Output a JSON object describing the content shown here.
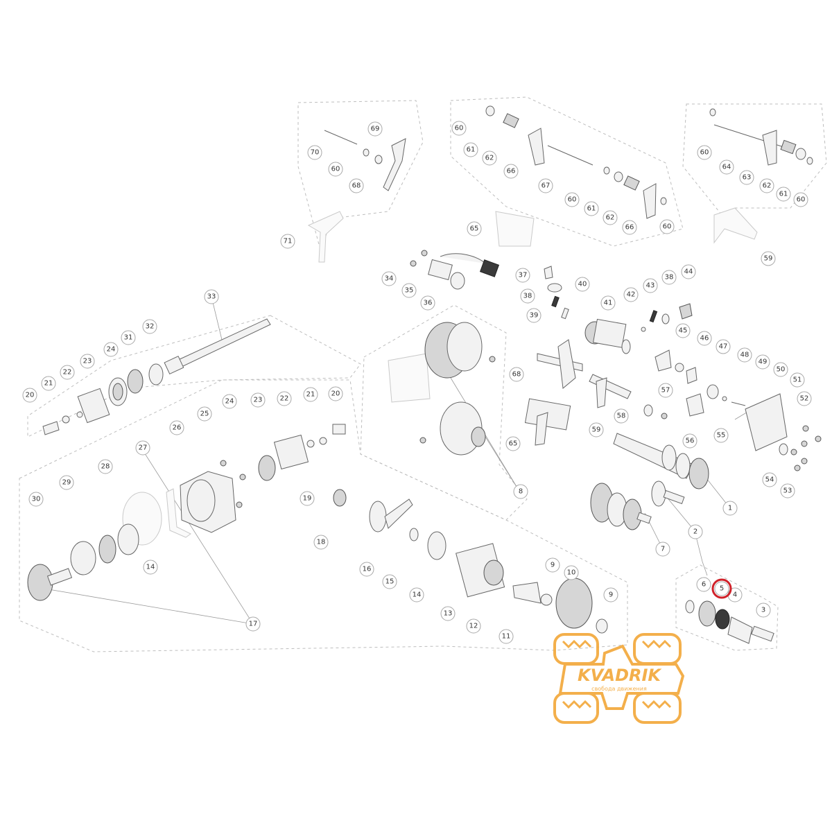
{
  "diagram": {
    "callouts": [
      "1",
      "2",
      "3",
      "4",
      "5",
      "6",
      "7",
      "8",
      "9",
      "9",
      "10",
      "11",
      "12",
      "13",
      "14",
      "14",
      "15",
      "16",
      "17",
      "18",
      "19",
      "20",
      "20",
      "21",
      "21",
      "22",
      "22",
      "23",
      "23",
      "24",
      "24",
      "25",
      "26",
      "27",
      "28",
      "29",
      "30",
      "31",
      "32",
      "33",
      "34",
      "35",
      "36",
      "37",
      "38",
      "38",
      "39",
      "40",
      "41",
      "42",
      "43",
      "44",
      "45",
      "46",
      "47",
      "48",
      "49",
      "50",
      "51",
      "52",
      "53",
      "54",
      "55",
      "56",
      "57",
      "58",
      "59",
      "59",
      "60",
      "60",
      "60",
      "60",
      "60",
      "61",
      "61",
      "61",
      "62",
      "62",
      "62",
      "63",
      "64",
      "65",
      "65",
      "66",
      "66",
      "67",
      "68",
      "68",
      "69",
      "70",
      "71"
    ],
    "highlighted_callout": "5",
    "highlight_color": "#d0222a"
  },
  "logo": {
    "brand": "KVADRIK",
    "tagline": "свобода движения",
    "color": "#f3a93c"
  }
}
